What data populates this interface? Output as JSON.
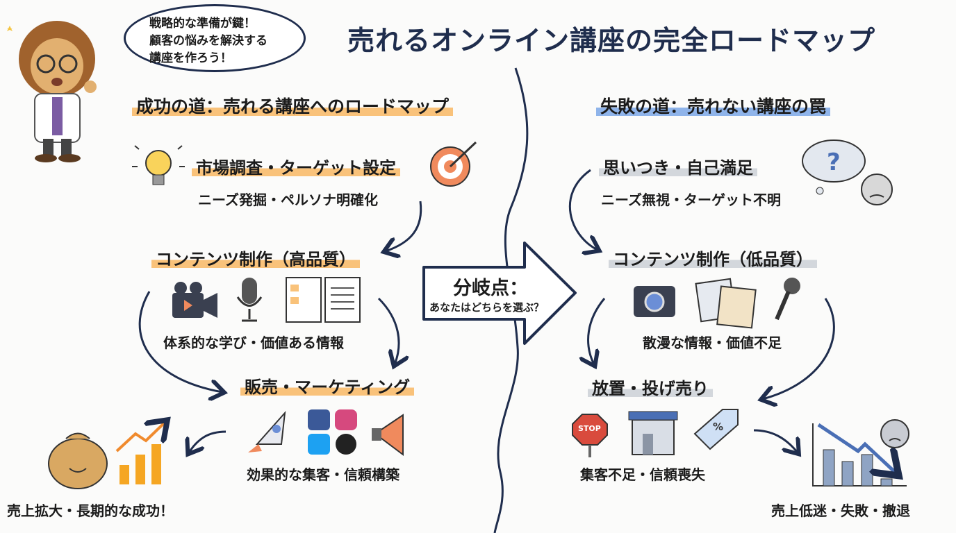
{
  "title": "売れるオンライン講座の完全ロードマップ",
  "speech_bubble": [
    "戦略的な準備が鍵！",
    "顧客の悩みを解決する",
    "講座を作ろう！"
  ],
  "success_path": {
    "header": "成功の道：売れる講座へのロードマップ",
    "steps": [
      {
        "title": "市場調査・ターゲット設定",
        "detail": "ニーズ発掘・ペルソナ明確化"
      },
      {
        "title": "コンテンツ制作（高品質）",
        "detail": "体系的な学び・価値ある情報"
      },
      {
        "title": "販売・マーケティング",
        "detail": "効果的な集客・信頼構築"
      }
    ],
    "result": "売上拡大・長期的な成功！"
  },
  "failure_path": {
    "header": "失敗の道：売れない講座の罠",
    "steps": [
      {
        "title": "思いつき・自己満足",
        "detail": "ニーズ無視・ターゲット不明"
      },
      {
        "title": "コンテンツ制作（低品質）",
        "detail": "散漫な情報・価値不足"
      },
      {
        "title": "放置・投げ売り",
        "detail": "集客不足・信頼喪失"
      }
    ],
    "result": "売上低迷・失敗・撤退",
    "stop_sign": "STOP",
    "tag": "%"
  },
  "branch": {
    "title": "分岐点：",
    "question": "あなたはどちらを選ぶ？"
  },
  "colors": {
    "navy": "#1f2d4d",
    "success_highlight": "#f9c27a",
    "failure_highlight": "#8fb4ea",
    "neutral_highlight": "#d3d7dc"
  }
}
